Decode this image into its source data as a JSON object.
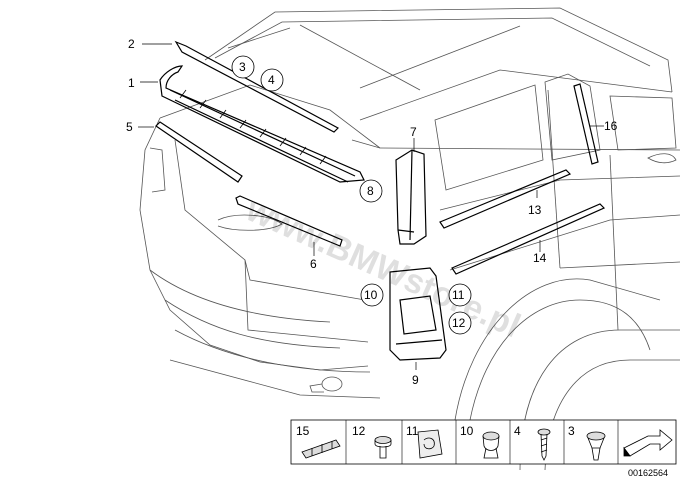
{
  "diagram": {
    "callouts": {
      "c1": "1",
      "c2": "2",
      "c3": "3",
      "c4": "4",
      "c5": "5",
      "c6": "6",
      "c7": "7",
      "c8": "8",
      "c9": "9",
      "c10": "10",
      "c11": "11",
      "c12": "12",
      "c13": "13",
      "c14": "14",
      "c16": "16",
      "c10b": "10",
      "c11b": "11",
      "c12b": "12"
    },
    "watermark": "www.BMWstore.pl",
    "legend": {
      "items": [
        {
          "label": "15",
          "icon": "clip-strip-icon"
        },
        {
          "label": "12",
          "icon": "screw-washer-icon"
        },
        {
          "label": "11",
          "icon": "spring-nut-icon"
        },
        {
          "label": "10",
          "icon": "expanding-rivet-icon"
        },
        {
          "label": "4",
          "icon": "screw-icon"
        },
        {
          "label": "3",
          "icon": "plastic-rivet-icon"
        }
      ],
      "arrow_icon": "direction-arrow-icon"
    },
    "ref_number": "00162564"
  }
}
